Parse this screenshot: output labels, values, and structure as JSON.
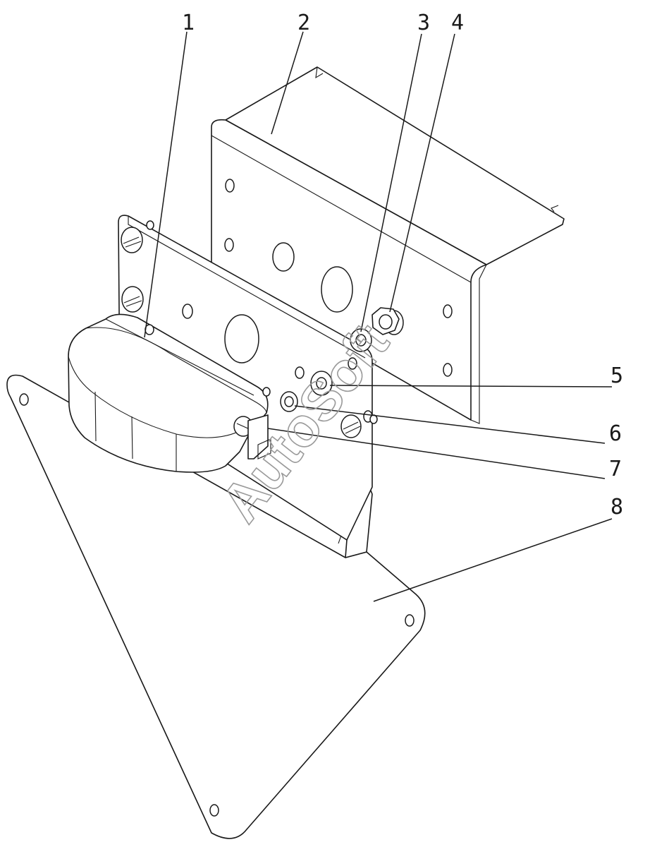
{
  "drawing": {
    "callouts": [
      {
        "id": "1",
        "label": "1"
      },
      {
        "id": "2",
        "label": "2"
      },
      {
        "id": "3",
        "label": "3"
      },
      {
        "id": "4",
        "label": "4"
      },
      {
        "id": "5",
        "label": "5"
      },
      {
        "id": "6",
        "label": "6"
      },
      {
        "id": "7",
        "label": "7"
      },
      {
        "id": "8",
        "label": "8"
      }
    ],
    "watermark": "AutoSoft",
    "line_color": "#1a1a1a",
    "watermark_color": "#9a9a9a"
  }
}
